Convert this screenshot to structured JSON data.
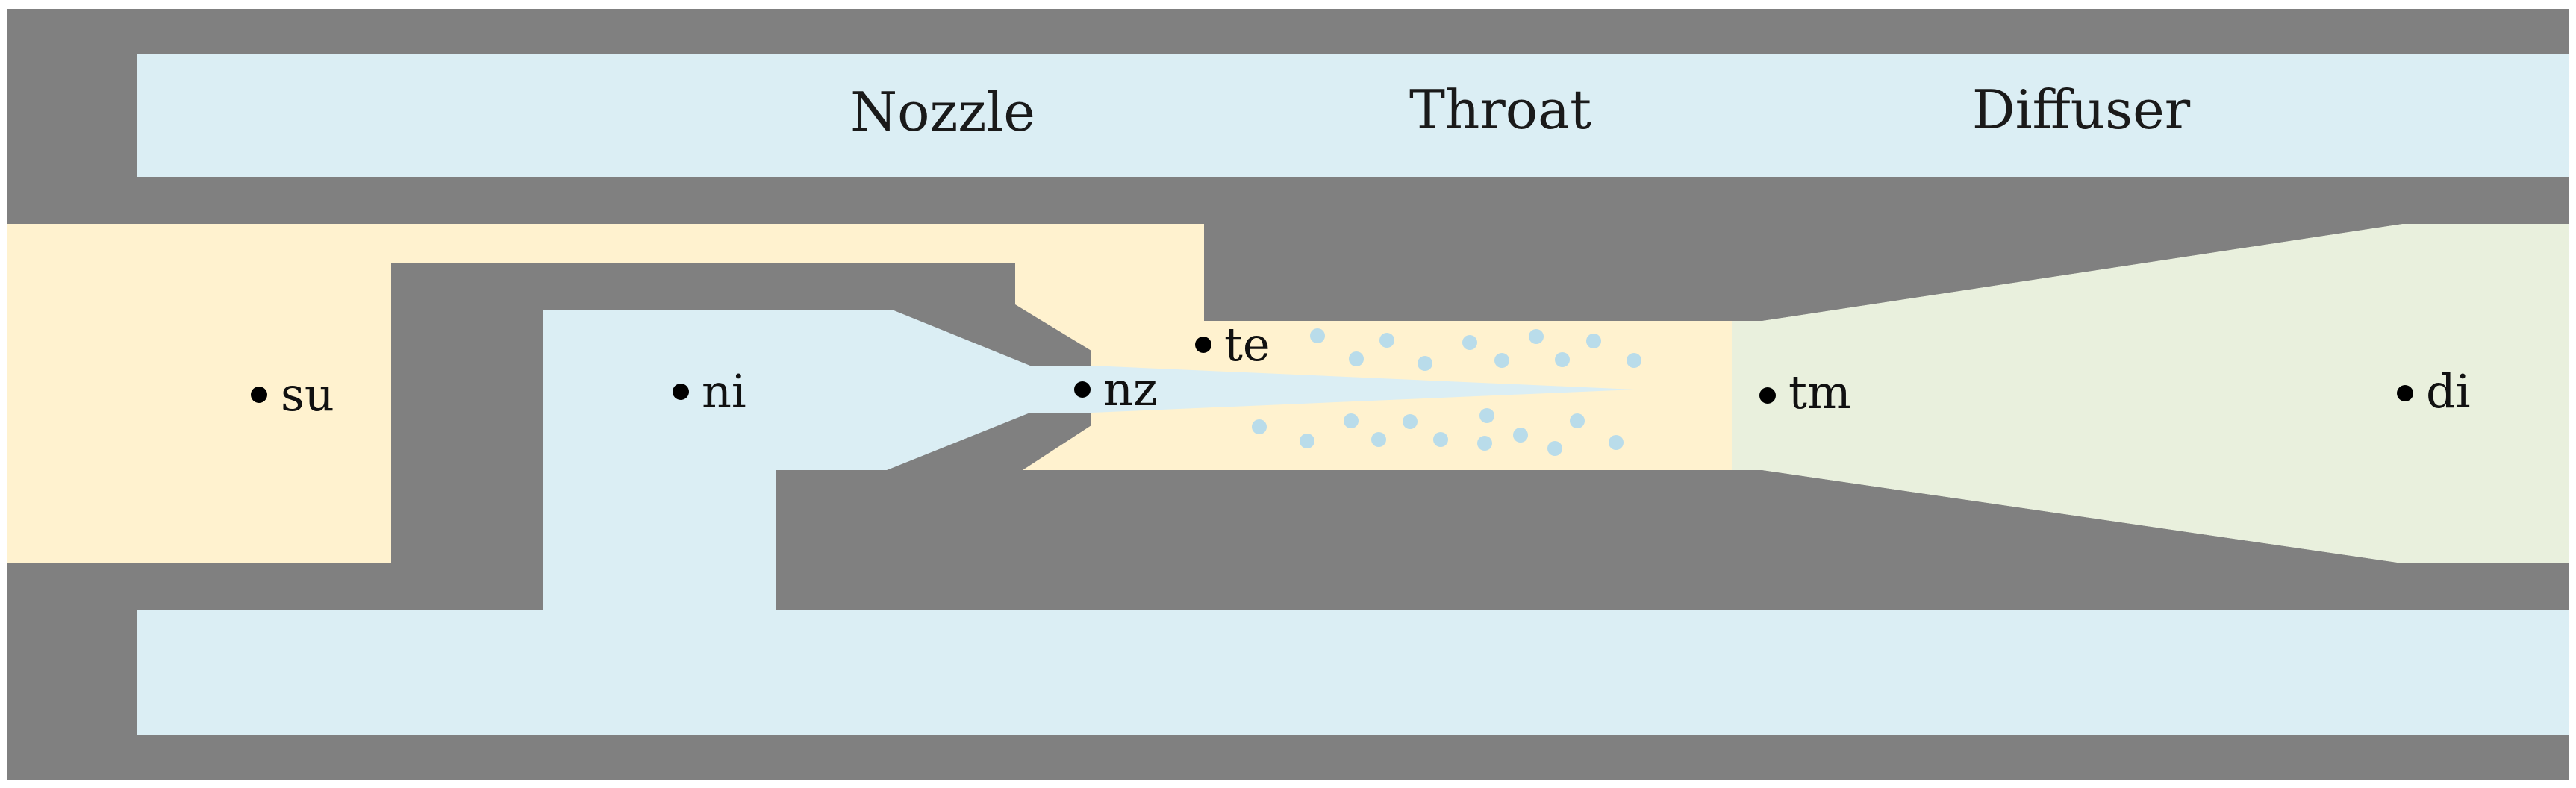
{
  "colors": {
    "wall": "#808080",
    "motive_fluid": "#dbeef4",
    "suction_fluid": "#fff2cf",
    "mixed_fluid": "#e9f0dd",
    "droplet": "#b9dcea",
    "marker": "#000000",
    "background": "#ffffff"
  },
  "sections": [
    {
      "id": "nozzle",
      "label": "Nozzle"
    },
    {
      "id": "throat",
      "label": "Throat"
    },
    {
      "id": "diffuser",
      "label": "Diffuser"
    }
  ],
  "points": [
    {
      "id": "su",
      "label": "su"
    },
    {
      "id": "ni",
      "label": "ni"
    },
    {
      "id": "nz",
      "label": "nz"
    },
    {
      "id": "te",
      "label": "te"
    },
    {
      "id": "tm",
      "label": "tm"
    },
    {
      "id": "di",
      "label": "di"
    }
  ]
}
